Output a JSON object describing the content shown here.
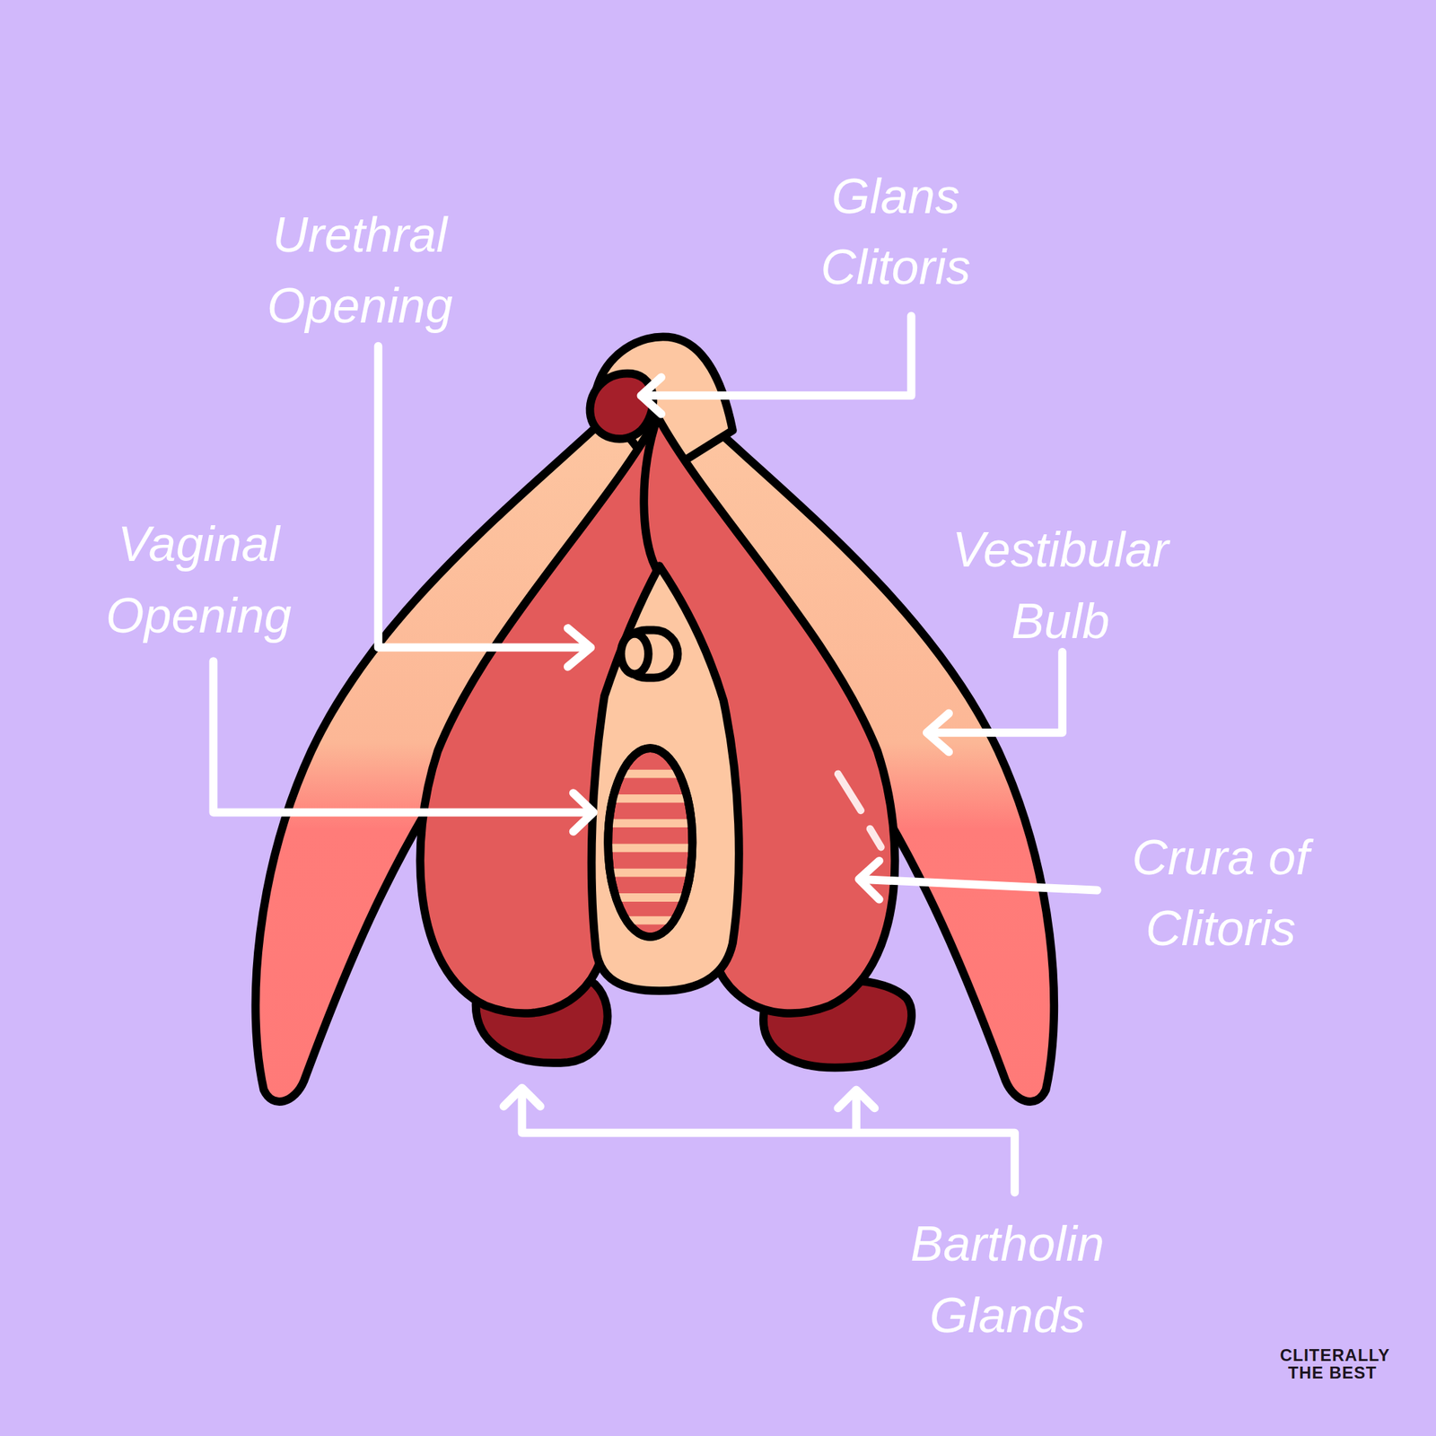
{
  "diagram": {
    "labels": [
      "Glans Clitoris",
      "Urethral Opening",
      "Vaginal Opening",
      "Vestibular Bulb",
      "Crura of Clitoris",
      "Bartholin Glands",
      "CLITERALLY THE BEST"
    ]
  }
}
